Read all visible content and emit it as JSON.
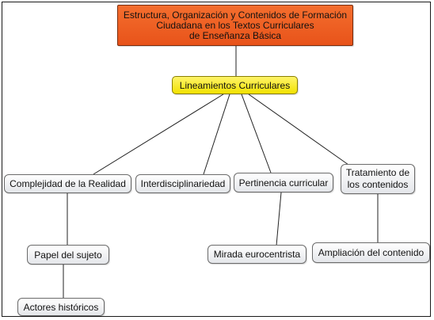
{
  "root": {
    "line1": "Estructura, Organización y Contenidos de Formación",
    "line2": "Ciudadana en los Textos Curriculares",
    "line3": "de Enseñanza Básica"
  },
  "main": "Lineamientos Curriculares",
  "branches": {
    "complejidad": "Complejidad de la Realidad",
    "interdisciplinariedad": "Interdisciplinariedad",
    "pertinencia": "Pertinencia curricular",
    "tratamiento_line1": "Tratamiento de",
    "tratamiento_line2": "los contenidos"
  },
  "leaves": {
    "papel": "Papel del sujeto",
    "actores": "Actores históricos",
    "mirada": "Mirada eurocentrista",
    "ampliacion": "Ampliación del contenido"
  },
  "colors": {
    "root_fill": "#ee5f22",
    "main_fill": "#f8ea1a",
    "node_fill": "#eceef1",
    "line": "#222222"
  }
}
